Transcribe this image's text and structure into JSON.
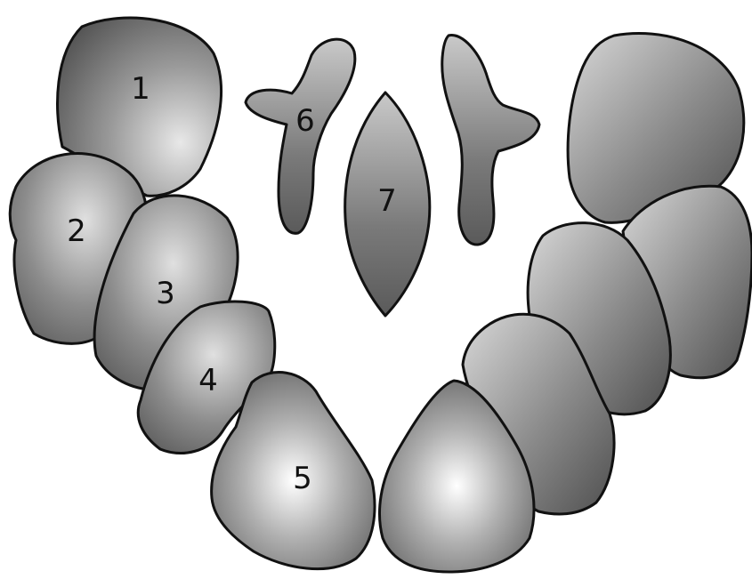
{
  "diagram": {
    "colors": {
      "outline": "#111111",
      "fill_light": "#f2f2f2",
      "fill_dark": "#4a4a4a",
      "background": "#ffffff"
    },
    "labels": {
      "l1": "1",
      "l2": "2",
      "l3": "3",
      "l4": "4",
      "l5": "5",
      "l6": "6",
      "l7": "7"
    }
  }
}
